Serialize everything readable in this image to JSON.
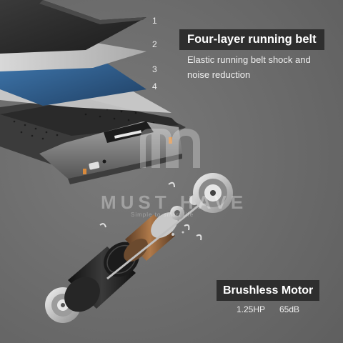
{
  "layers": {
    "n1": "1",
    "n2": "2",
    "n3": "3",
    "n4": "4"
  },
  "belt": {
    "title": "Four-layer running belt",
    "desc_line1": "Elastic running belt shock and",
    "desc_line2": "noise reduction"
  },
  "motor": {
    "title": "Brushless Motor",
    "power": "1.25HP",
    "noise": "65dB"
  },
  "watermark": {
    "brand": "MUST HAVE",
    "tagline": "Simple to smart life",
    "logo_icon": "m-logo-icon"
  },
  "colors": {
    "background": "#6e6e6e",
    "badge": "#2e2e2e",
    "belt_blue": "#2f5f8e",
    "accent_orange": "#d98a3c"
  }
}
